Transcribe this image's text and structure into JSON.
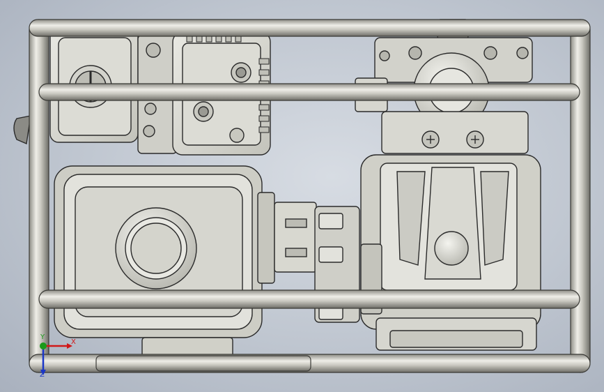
{
  "view": {
    "background_top": "#d7dce3",
    "background_bottom": "#a9b1be",
    "frame_color": "#c9c8be",
    "part_color": "#d9d9d2",
    "edge_color": "#2a2a2a"
  },
  "triad": {
    "x_label": "X",
    "y_label": "Y",
    "z_label": "Z",
    "x_color": "#d01818",
    "y_color": "#1a9a1a",
    "z_color": "#1a36c8"
  }
}
